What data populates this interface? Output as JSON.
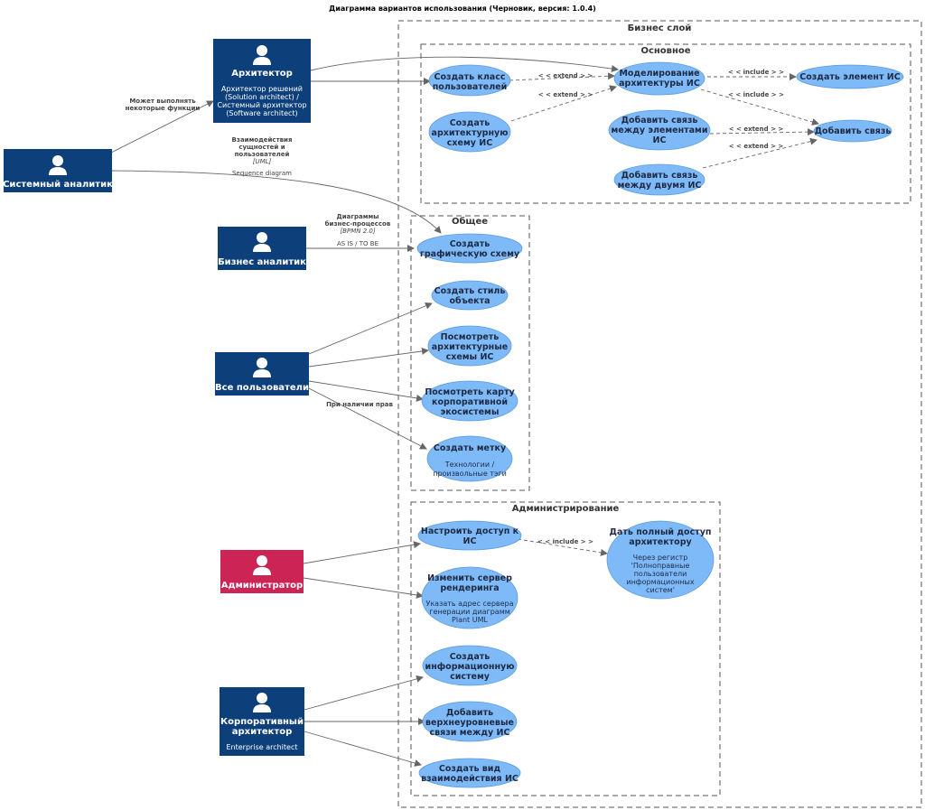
{
  "title": "Диаграмма вариантов использования (Черновик, версия: 1.0.4)",
  "colors": {
    "actor": "#0d3f7a",
    "admin": "#cc2455",
    "usecase": "#7fbaf8"
  },
  "packages": {
    "business": "Бизнес слой",
    "main": "Основное",
    "common": "Общее",
    "admin": "Администрирование"
  },
  "actors": {
    "architect": {
      "name": "Архитектор",
      "desc": [
        "Архитектор решений",
        "(Solution architect) /",
        "Системный архитектор",
        "(Software architect)"
      ]
    },
    "sysanalyst": {
      "name": "Системный аналитик"
    },
    "busanalyst": {
      "name": "Бизнес аналитик"
    },
    "allusers": {
      "name": "Все пользователи"
    },
    "admin": {
      "name": "Администратор"
    },
    "corparch": {
      "name": [
        "Корпоративный",
        "архитектор"
      ],
      "desc": "Enterprise architect"
    }
  },
  "usecases": {
    "create_user_class": [
      "Создать класс",
      "пользователей"
    ],
    "create_arch_scheme": [
      "Создать",
      "архитектурную",
      "схему ИС"
    ],
    "model_arch": [
      "Моделирование",
      "архитектуры ИС"
    ],
    "create_element": [
      "Создать элемент ИС"
    ],
    "add_link_elements": [
      "Добавить связь",
      "между элементами",
      "ИС"
    ],
    "add_link": [
      "Добавить связь"
    ],
    "add_link_two": [
      "Добавить связь",
      "между двумя ИС"
    ],
    "create_graphic": [
      "Создать",
      "графическую схему"
    ],
    "create_style": [
      "Создать стиль",
      "объекта"
    ],
    "view_arch": [
      "Посмотреть",
      "архитектурные",
      "схемы ИС"
    ],
    "view_map": [
      "Посмотреть карту",
      "корпоративной",
      "экосистемы"
    ],
    "create_tag": {
      "name": [
        "Создать метку"
      ],
      "desc": [
        "Технологии /",
        "произвольные тэги"
      ]
    },
    "setup_access": [
      "Настроить доступ к",
      "ИС"
    ],
    "full_access": {
      "name": [
        "Дать полный доступ",
        "архитектору"
      ],
      "desc": [
        "Через регистр",
        "'Полноправные",
        "пользователи",
        "информационных",
        "систем'"
      ]
    },
    "change_server": {
      "name": [
        "Изменить сервер",
        "рендеринга"
      ],
      "desc": [
        "Указать адрес сервера",
        "генерации диаграмм",
        "Plant UML"
      ]
    },
    "create_is": [
      "Создать",
      "информационную",
      "систему"
    ],
    "add_toplevel": [
      "Добавить",
      "верхнеуровневые",
      "связи между ИС"
    ],
    "create_view": [
      "Создать вид",
      "взаимодействия ИС"
    ]
  },
  "relations": {
    "extend": "< < extend > >",
    "include": "< < include > >",
    "can_do": [
      "Может выполнять",
      "некоторые функции"
    ],
    "interaction": [
      "Взаимодействия",
      "сущностей и",
      "пользователей"
    ],
    "uml": "[UML]",
    "sequence": "Sequence diagram",
    "bpm": [
      "Диаграммы",
      "бизнес-процессов"
    ],
    "bpmn": "[BPMN 2.0]",
    "asis": "AS IS / TO BE",
    "rights": "При наличии прав"
  }
}
